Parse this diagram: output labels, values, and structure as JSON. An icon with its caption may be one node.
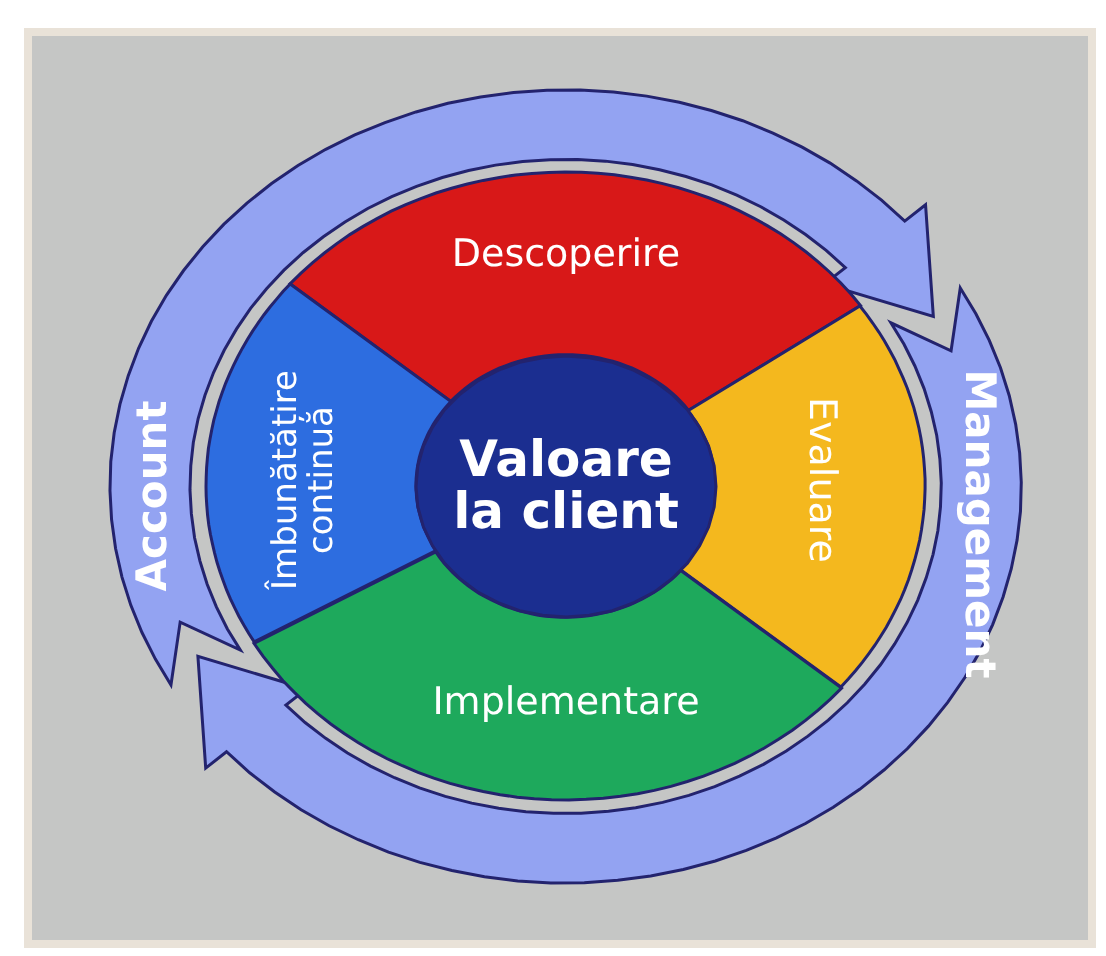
{
  "diagram": {
    "nodes": [
      {
        "text": [
          "Account"
        ]
      },
      {
        "text": [
          "Management"
        ]
      },
      {
        "text": [
          "Descoperire"
        ]
      },
      {
        "text": [
          "Evaluare"
        ]
      },
      {
        "text": [
          "Implementare"
        ]
      },
      {
        "text": [
          "Îmbunătățire continuă"
        ]
      },
      {
        "text": [
          "Valoare la client"
        ]
      }
    ]
  }
}
